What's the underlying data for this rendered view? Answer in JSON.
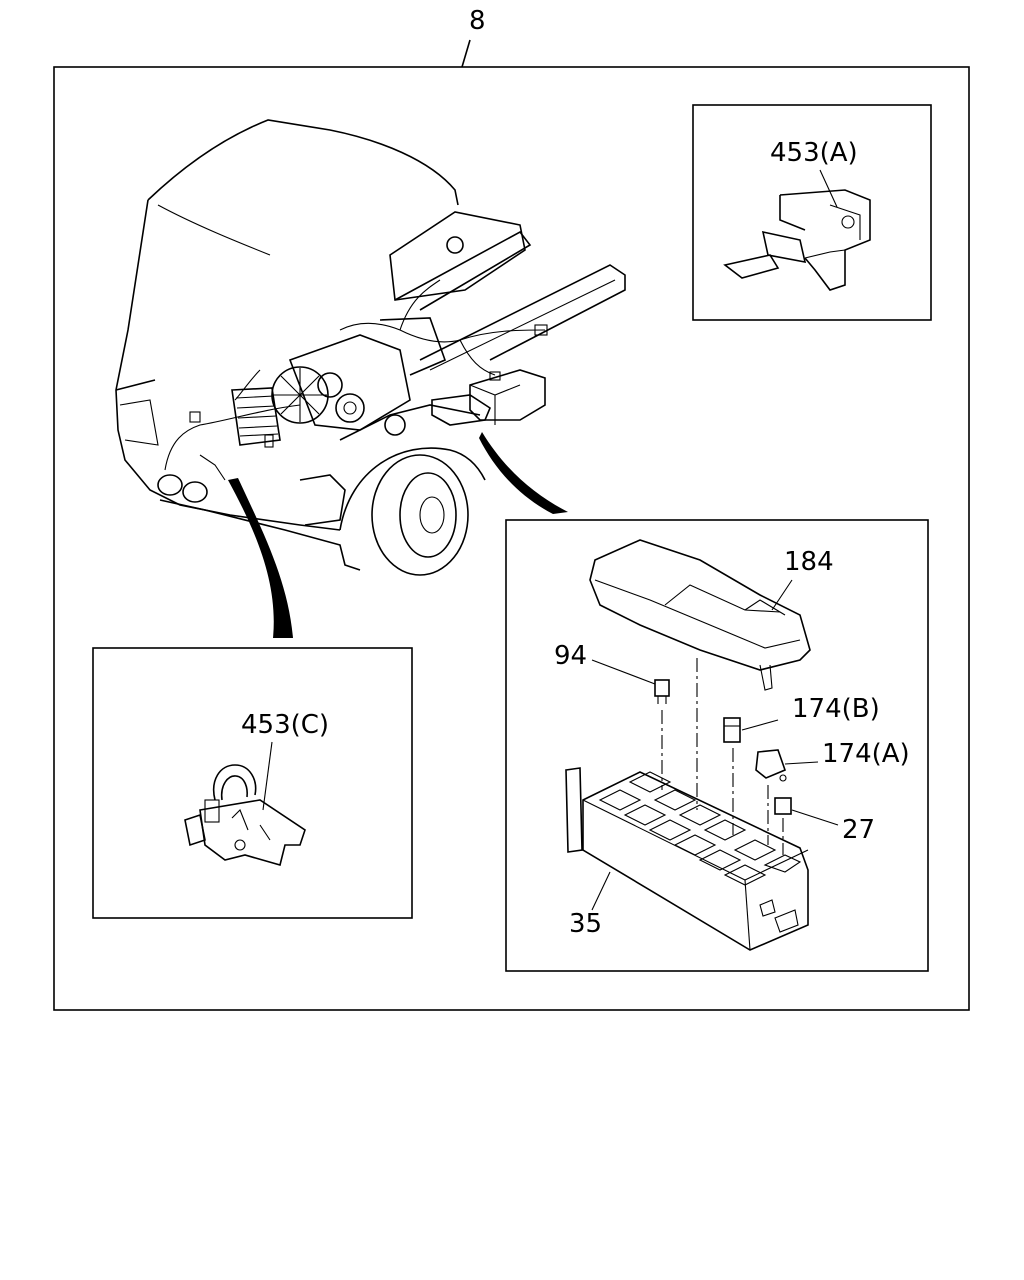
{
  "labels": {
    "assembly": "8",
    "clip_a": "453(A)",
    "clip_c": "453(C)",
    "cover": "184",
    "fuse": "94",
    "relay_b": "174(B)",
    "relay_a": "174(A)",
    "small_relay": "27",
    "fuse_box": "35"
  }
}
